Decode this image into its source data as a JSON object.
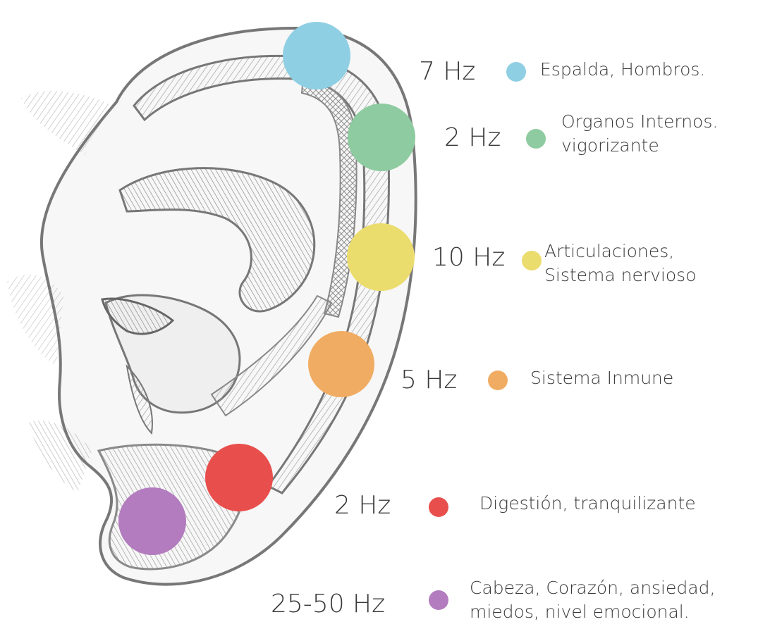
{
  "points": [
    {
      "id": "p1",
      "freq": "7 Hz",
      "line1": "Espalda, Hombros.",
      "line2": "",
      "color": "#8fcfe3",
      "icon": "circle-marker"
    },
    {
      "id": "p2",
      "freq": "2 Hz",
      "line1": "Organos Internos.",
      "line2": "vigorizante",
      "color": "#8ecba0",
      "icon": "circle-marker"
    },
    {
      "id": "p3",
      "freq": "10 Hz",
      "line1": "Articulaciones,",
      "line2": "Sistema nervioso",
      "color": "#ebdc6e",
      "icon": "circle-marker"
    },
    {
      "id": "p4",
      "freq": "5 Hz",
      "line1": "Sistema Inmune",
      "line2": "",
      "color": "#f0ac62",
      "icon": "circle-marker"
    },
    {
      "id": "p5",
      "freq": "2 Hz",
      "line1": "Digestión, tranquilizante",
      "line2": "",
      "color": "#e84f4c",
      "icon": "circle-marker"
    },
    {
      "id": "p6",
      "freq": "25-50 Hz",
      "line1": "Cabeza, Corazón, ansiedad,",
      "line2": "miedos, nivel emocional.",
      "color": "#b27cbe",
      "icon": "circle-marker"
    }
  ],
  "illustration": {
    "icon": "ear-engraving"
  }
}
